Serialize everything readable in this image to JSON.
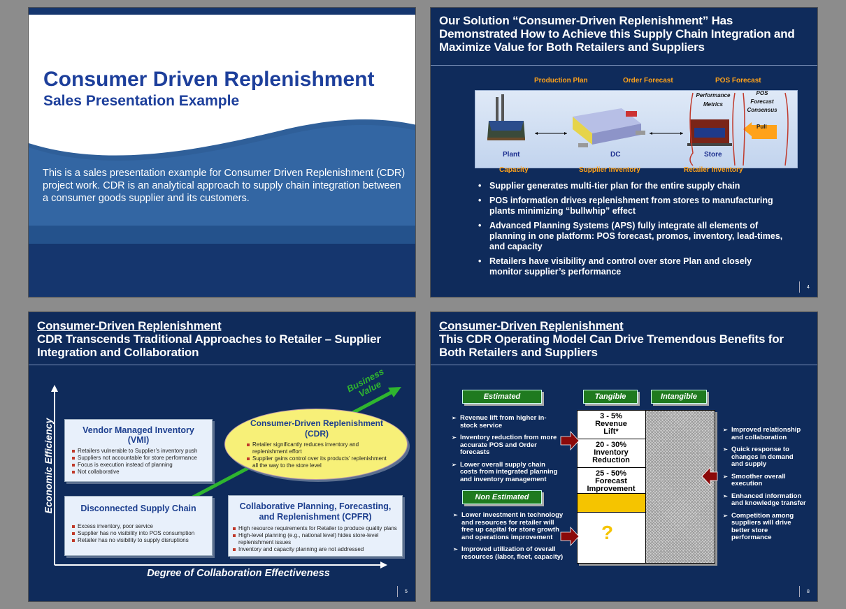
{
  "slide1": {
    "title": "Consumer Driven Replenishment",
    "subtitle": "Sales Presentation Example",
    "body": "This is a sales presentation example for Consumer Driven Replenishment (CDR) project work.  CDR is an analytical approach to supply chain integration between a consumer goods supplier and its customers."
  },
  "slide2": {
    "title": "Our Solution “Consumer-Driven Replenishment” Has Demonstrated How to Achieve this Supply Chain Integration and Maximize Value for Both Retailers and Suppliers",
    "top_labels": [
      "Production Plan",
      "Order Forecast",
      "POS Forecast"
    ],
    "nodes": [
      "Plant",
      "DC",
      "Store"
    ],
    "bottom_labels": [
      "Capacity",
      "Supplier Inventory",
      "Retailer Inventory"
    ],
    "performance_metrics": "Performance Metrics",
    "pos_consensus": "POS Forecast Consensus",
    "pull": "Pull",
    "bullets": [
      "Supplier generates multi-tier plan for the entire supply chain",
      "POS information drives replenishment from stores to manufacturing plants minimizing “bullwhip” effect",
      "Advanced Planning Systems (APS) fully integrate all elements of planning in one platform: POS forecast, promos, inventory, lead-times, and capacity",
      "Retailers have visibility and control over store Plan and closely monitor supplier’s performance"
    ],
    "page": "4"
  },
  "slide3": {
    "title_line1": "Consumer-Driven Replenishment",
    "title_line2": "CDR Transcends Traditional Approaches to Retailer – Supplier Integration and Collaboration",
    "y_axis": "Economic Efficiency",
    "x_axis": "Degree of Collaboration Effectiveness",
    "value_arrow": "Business Value",
    "vmi": {
      "title": "Vendor Managed Inventory (VMI)",
      "items": [
        "Retailers vulnerable to Supplier’s inventory push",
        "Suppliers not accountable for store performance",
        "Focus is execution instead of planning",
        "Not collaborative"
      ]
    },
    "cdr": {
      "title": "Consumer-Driven Replenishment (CDR)",
      "items": [
        "Retailer significantly reduces inventory and replenishment effort",
        "Supplier gains control over its products’ replenishment all the way to the store level"
      ]
    },
    "dsc": {
      "title": "Disconnected Supply Chain",
      "items": [
        "Excess inventory, poor service",
        "Supplier has no visibility into POS consumption",
        "Retailer has no visibility to supply disruptions"
      ]
    },
    "cpfr": {
      "title": "Collaborative Planning, Forecasting, and Replenishment (CPFR)",
      "items": [
        "High resource requirements for Retailer to produce quality plans",
        "High-level planning (e.g., national level) hides store-level replenishment issues",
        "Inventory and capacity planning are not addressed"
      ]
    },
    "page": "5"
  },
  "slide4": {
    "title_line1": "Consumer-Driven Replenishment",
    "title_line2": "This CDR Operating Model Can Drive Tremendous Benefits for Both Retailers and Suppliers",
    "estimated": "Estimated",
    "non_estimated": "Non Estimated",
    "tangible": "Tangible",
    "intangible": "Intangible",
    "estimated_items": [
      "Revenue lift from higher in-stock service",
      "Inventory reduction from more accurate POS and Order forecasts",
      "Lower overall supply chain costs from integrated planning and inventory management"
    ],
    "non_estimated_items": [
      "Lower investment in technology and resources for retailer will free up capital for store growth and operations improvement",
      "Improved utilization of overall resources (labor, fleet, capacity)"
    ],
    "tangible_values": [
      {
        "range": "3 - 5%",
        "label": "Revenue Lift*"
      },
      {
        "range": "20 - 30%",
        "label": "Inventory Reduction"
      },
      {
        "range": "25 - 50%",
        "label": "Forecast Improvement"
      }
    ],
    "question": "?",
    "intangible_items": [
      "Improved relationship and collaboration",
      "Quick response to changes in demand and supply",
      "Smoother overall execution",
      "Enhanced information and knowledge transfer",
      "Competition among suppliers will drive better store performance"
    ],
    "page": "8"
  },
  "colors": {
    "navy": "#0f2b5b",
    "title_blue": "#1d3f9b",
    "orange": "#ffa21a",
    "green": "#1f7a1f",
    "yellow": "#f5c400",
    "arrow_red": "#8b0a0a"
  }
}
